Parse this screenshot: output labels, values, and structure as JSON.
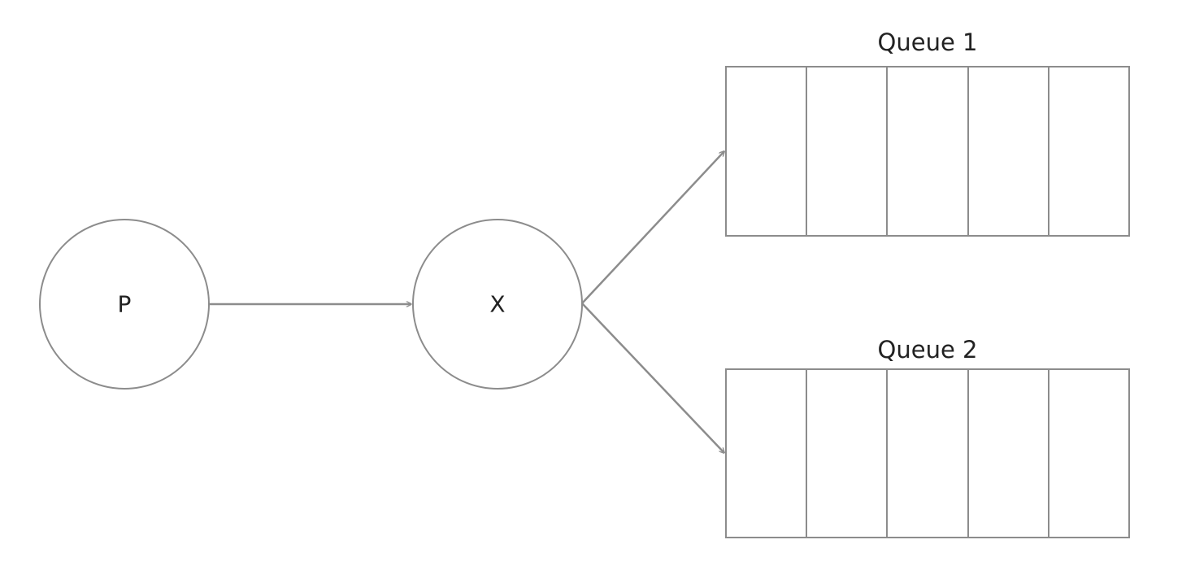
{
  "diagram": {
    "nodes": {
      "producer": {
        "label": "P"
      },
      "exchange": {
        "label": "X"
      }
    },
    "queues": [
      {
        "title": "Queue 1",
        "slot_count": 5
      },
      {
        "title": "Queue 2",
        "slot_count": 5
      }
    ],
    "edges": [
      {
        "from": "P",
        "to": "X"
      },
      {
        "from": "X",
        "to": "Queue 1"
      },
      {
        "from": "X",
        "to": "Queue 2"
      }
    ],
    "colors": {
      "stroke": "#8c8c8c",
      "text": "#222222",
      "background": "#ffffff"
    }
  }
}
